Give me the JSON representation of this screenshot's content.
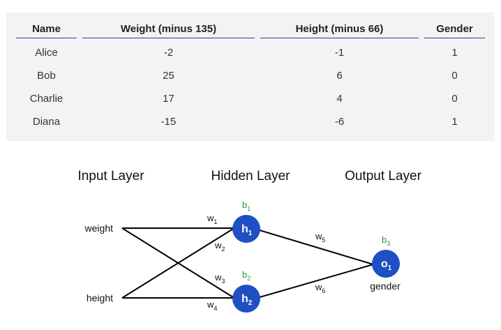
{
  "table": {
    "headers": [
      "Name",
      "Weight (minus 135)",
      "Height (minus 66)",
      "Gender"
    ],
    "rows": [
      [
        "Alice",
        "-2",
        "-1",
        "1"
      ],
      [
        "Bob",
        "25",
        "6",
        "0"
      ],
      [
        "Charlie",
        "17",
        "4",
        "0"
      ],
      [
        "Diana",
        "-15",
        "-6",
        "1"
      ]
    ]
  },
  "diagram": {
    "layers": {
      "input": "Input Layer",
      "hidden": "Hidden Layer",
      "output": "Output Layer"
    },
    "inputs": [
      "weight",
      "height"
    ],
    "output_label": "gender",
    "nodes": {
      "h1": {
        "letter": "h",
        "sub": "1"
      },
      "h2": {
        "letter": "h",
        "sub": "2"
      },
      "o1": {
        "letter": "o",
        "sub": "1"
      }
    },
    "weights": [
      {
        "letter": "w",
        "sub": "1"
      },
      {
        "letter": "w",
        "sub": "2"
      },
      {
        "letter": "w",
        "sub": "3"
      },
      {
        "letter": "w",
        "sub": "4"
      },
      {
        "letter": "w",
        "sub": "5"
      },
      {
        "letter": "w",
        "sub": "6"
      }
    ],
    "biases": [
      {
        "letter": "b",
        "sub": "1"
      },
      {
        "letter": "b",
        "sub": "2"
      },
      {
        "letter": "b",
        "sub": "3"
      }
    ],
    "colors": {
      "node": "#1e4fc4",
      "bias": "#2a9a3a",
      "header_rule": "#1f3fa8",
      "panel": "#f3f3f3"
    }
  }
}
